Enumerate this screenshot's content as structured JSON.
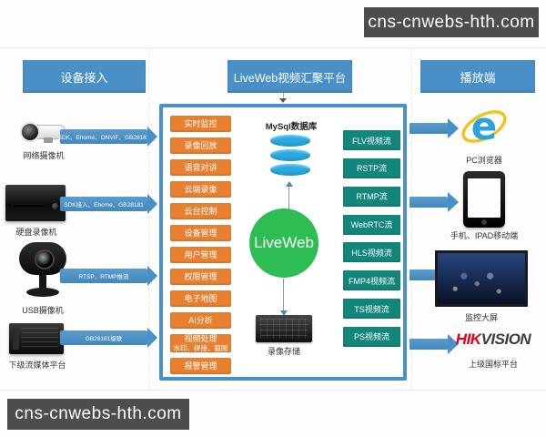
{
  "watermarks": {
    "top_right": "cns-cnwebs-hth.com",
    "bottom_left": "cns-cnwebs-hth.com"
  },
  "headers": {
    "devices": "设备接入",
    "platform": "LiveWeb视频汇聚平台",
    "players": "播放端"
  },
  "devices": [
    {
      "label": "网络摄像机",
      "protocol": "SDK、Ehome、ONVIF、GB28181"
    },
    {
      "label": "硬盘录像机",
      "protocol": "SDK接入、Ehome、GB28181"
    },
    {
      "label": "USB摄像机",
      "protocol": "RTSP、RTMP推流"
    },
    {
      "label": "下级流媒体平台",
      "protocol": "GB28181级联"
    }
  ],
  "platform": {
    "features": [
      {
        "label": "实时监控",
        "sub": ""
      },
      {
        "label": "录像回放",
        "sub": ""
      },
      {
        "label": "语音对讲",
        "sub": ""
      },
      {
        "label": "云端录像",
        "sub": ""
      },
      {
        "label": "云台控制",
        "sub": ""
      },
      {
        "label": "设备管理",
        "sub": ""
      },
      {
        "label": "用户管理",
        "sub": ""
      },
      {
        "label": "权限管理",
        "sub": ""
      },
      {
        "label": "电子地图",
        "sub": ""
      },
      {
        "label": "AI分析",
        "sub": ""
      },
      {
        "label": "视频处理",
        "sub": "水印、拼接、截图"
      },
      {
        "label": "报警管理",
        "sub": ""
      }
    ],
    "database_label": "MySql数据库",
    "core_label": "LiveWeb",
    "storage_label": "录像存储",
    "streams": [
      "FLV视频流",
      "RSTP流",
      "RTMP流",
      "WebRTC流",
      "HLS视频流",
      "FMP4视频流",
      "TS视频流",
      "PS视频流"
    ]
  },
  "players": [
    {
      "label": "PC浏览器"
    },
    {
      "label": "手机、IPAD移动端"
    },
    {
      "label": "监控大屏"
    },
    {
      "label": "上级国标平台",
      "logo_hik": "HIK",
      "logo_vision": "VISION"
    }
  ],
  "colors": {
    "header_blue": "#4a90c8",
    "feature_orange": "#e8802f",
    "stream_teal": "#13867b",
    "core_green": "#2ebd52",
    "db_blue": "#29abe2",
    "hikvision_red": "#e60012"
  }
}
